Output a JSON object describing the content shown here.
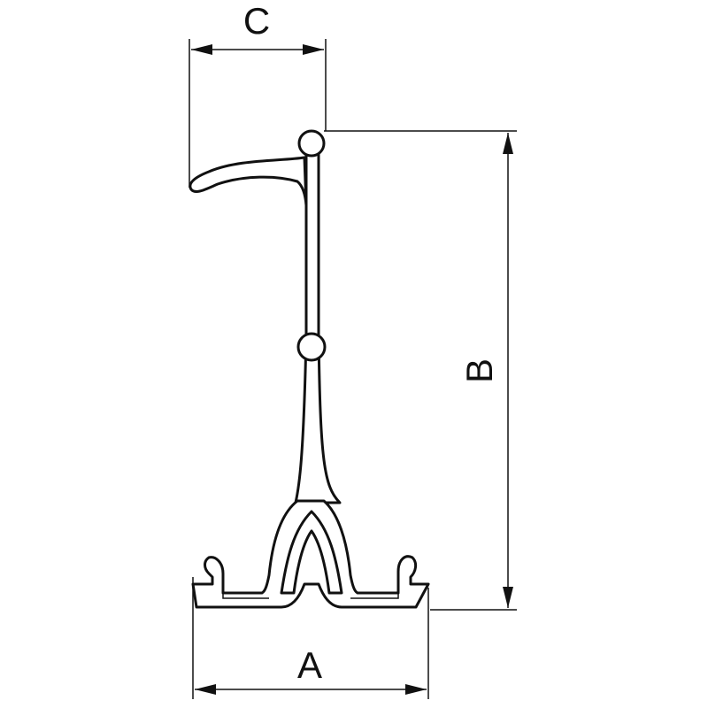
{
  "diagram": {
    "dimensions": {
      "width_label": "A",
      "height_label": "B",
      "flange_label": "C"
    },
    "colors": {
      "line": "#111111",
      "background": "#ffffff"
    }
  }
}
